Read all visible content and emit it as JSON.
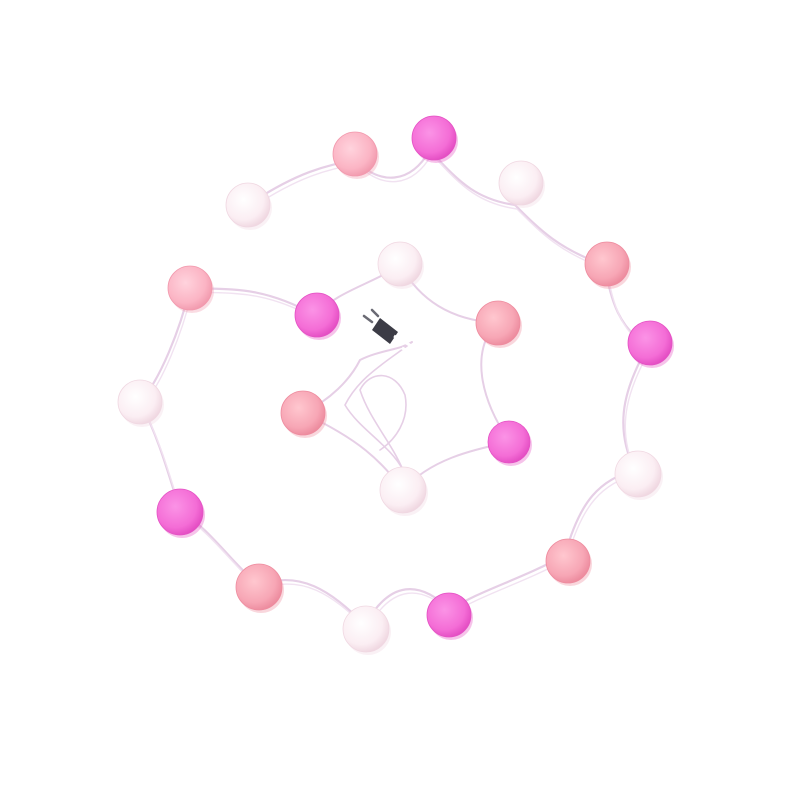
{
  "photo": {
    "subject": "",
    "background_color": "#ffffff",
    "cord_color": "#e6cfe6",
    "plug_color": "#3c3c46",
    "ball_palette": {
      "white": {
        "fill": "#fdf4f7",
        "shade": "#f0d8e2"
      },
      "light-pink": {
        "fill": "#fbb9c8",
        "shade": "#f29aae"
      },
      "pink": {
        "fill": "#f7aab8",
        "shade": "#ee8c9f"
      },
      "magenta": {
        "fill": "#f472d8",
        "shade": "#e452c4"
      }
    },
    "ball_sequence": [
      "white",
      "light-pink",
      "magenta",
      "white",
      "pink",
      "magenta",
      "white",
      "pink",
      "white",
      "magenta",
      "pink",
      "white",
      "magenta",
      "pink",
      "white",
      "light-pink",
      "magenta",
      "white",
      "pink",
      "magenta",
      "white",
      "pink"
    ]
  }
}
